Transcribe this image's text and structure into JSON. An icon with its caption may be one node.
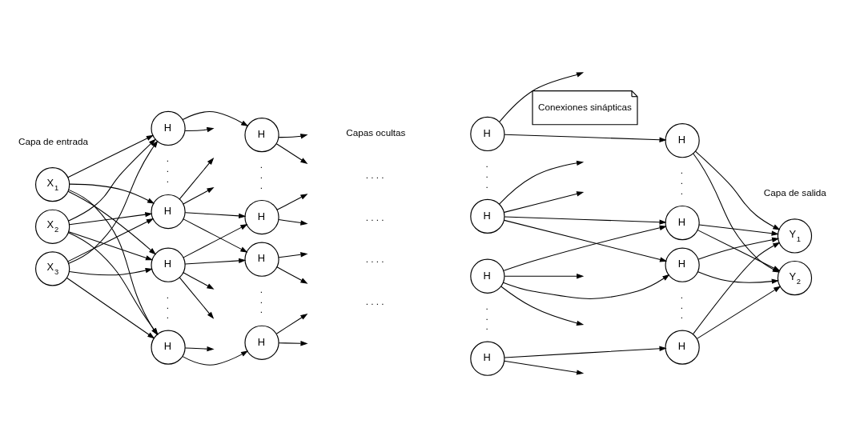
{
  "diagram": {
    "nodes": [
      {
        "text": [
          "X$_{1}$"
        ]
      },
      {
        "text": [
          "X$_{2}$"
        ]
      },
      {
        "text": [
          "X$_{3}$"
        ]
      },
      {
        "text": [
          "H"
        ]
      },
      {
        "text": [
          "H"
        ]
      },
      {
        "text": [
          "H"
        ]
      },
      {
        "text": [
          "H"
        ]
      },
      {
        "text": [
          "H"
        ]
      },
      {
        "text": [
          "H"
        ]
      },
      {
        "text": [
          "H"
        ]
      },
      {
        "text": [
          "H"
        ]
      },
      {
        "text": [
          "H"
        ]
      },
      {
        "text": [
          "Conexiones sinápticas"
        ]
      },
      {
        "text": [
          "H"
        ]
      },
      {
        "text": [
          "H"
        ]
      },
      {
        "text": [
          "H"
        ]
      },
      {
        "text": [
          "H"
        ]
      },
      {
        "text": [
          "H"
        ]
      },
      {
        "text": [
          "H"
        ]
      },
      {
        "text": [
          "H"
        ]
      },
      {
        "text": [
          "Y$_{1}$"
        ]
      },
      {
        "text": [
          "Y$_{2}$"
        ]
      }
    ],
    "edges": [
      {
        "from": 0,
        "to": 3,
        "arrow": "to"
      },
      {
        "from": 0,
        "to": 4,
        "arrow": "to"
      },
      {
        "from": 0,
        "to": 5,
        "arrow": "to"
      },
      {
        "from": 0,
        "to": 6,
        "arrow": "to"
      },
      {
        "from": 1,
        "to": 3,
        "arrow": "to"
      },
      {
        "from": 1,
        "to": 4,
        "arrow": "to"
      },
      {
        "from": 1,
        "to": 5,
        "arrow": "to"
      },
      {
        "from": 1,
        "to": 6,
        "arrow": "to"
      },
      {
        "from": 2,
        "to": 3,
        "arrow": "to"
      },
      {
        "from": 2,
        "to": 4,
        "arrow": "to"
      },
      {
        "from": 2,
        "to": 5,
        "arrow": "to"
      },
      {
        "from": 2,
        "to": 6,
        "arrow": "to"
      },
      {
        "from": 3,
        "to": 7,
        "arrow": "to"
      },
      {
        "from": 3,
        "to": null,
        "arrow": "to"
      },
      {
        "from": 4,
        "to": null,
        "arrow": "to"
      },
      {
        "from": 4,
        "to": 8,
        "arrow": "to"
      },
      {
        "from": 4,
        "to": 9,
        "arrow": "to"
      },
      {
        "from": 4,
        "to": null,
        "arrow": "to"
      },
      {
        "from": 5,
        "to": null,
        "arrow": "to"
      },
      {
        "from": 5,
        "to": 8,
        "arrow": "to"
      },
      {
        "from": 5,
        "to": 9,
        "arrow": "to"
      },
      {
        "from": 5,
        "to": null,
        "arrow": "to"
      },
      {
        "from": 6,
        "to": null,
        "arrow": "to"
      },
      {
        "from": 6,
        "to": 10,
        "arrow": "to"
      },
      {
        "from": 7,
        "to": null,
        "arrow": "to"
      },
      {
        "from": 7,
        "to": null,
        "arrow": "to"
      },
      {
        "from": 8,
        "to": null,
        "arrow": "to"
      },
      {
        "from": 8,
        "to": null,
        "arrow": "to"
      },
      {
        "from": 9,
        "to": null,
        "arrow": "to"
      },
      {
        "from": 9,
        "to": null,
        "arrow": "to"
      },
      {
        "from": 10,
        "to": null,
        "arrow": "to"
      },
      {
        "from": 10,
        "to": null,
        "arrow": "to"
      },
      {
        "from": 11,
        "to": 16,
        "arrow": "to"
      },
      {
        "from": 11,
        "to": null,
        "arrow": "to"
      },
      {
        "from": 13,
        "to": null,
        "arrow": "to"
      },
      {
        "from": 13,
        "to": 17,
        "arrow": "to"
      },
      {
        "from": 13,
        "to": 18,
        "arrow": "to"
      },
      {
        "from": 13,
        "to": null,
        "arrow": "to"
      },
      {
        "from": 14,
        "to": null,
        "arrow": "to"
      },
      {
        "from": 14,
        "to": 17,
        "arrow": "to"
      },
      {
        "from": 14,
        "to": 18,
        "arrow": "to"
      },
      {
        "from": 14,
        "to": null,
        "arrow": "to"
      },
      {
        "from": 15,
        "to": null,
        "arrow": "to"
      },
      {
        "from": 15,
        "to": 19,
        "arrow": "to"
      },
      {
        "from": 16,
        "to": 20,
        "arrow": "to"
      },
      {
        "from": 16,
        "to": 21,
        "arrow": "to"
      },
      {
        "from": 17,
        "to": 20,
        "arrow": "to"
      },
      {
        "from": 17,
        "to": 21,
        "arrow": "to"
      },
      {
        "from": 18,
        "to": 20,
        "arrow": "to"
      },
      {
        "from": 18,
        "to": 21,
        "arrow": "to"
      },
      {
        "from": 19,
        "to": 20,
        "arrow": "to"
      },
      {
        "from": 19,
        "to": 21,
        "arrow": "to"
      }
    ],
    "labels": [
      "Capa de entrada",
      "Capas ocultas",
      "Capa de salida",
      ". . . .",
      ". . . .",
      ". . . .",
      ". . . .",
      ". . .",
      ". . .",
      ". . .",
      ". . .",
      ". . .",
      ". . .",
      ". . .",
      ". . ."
    ]
  }
}
